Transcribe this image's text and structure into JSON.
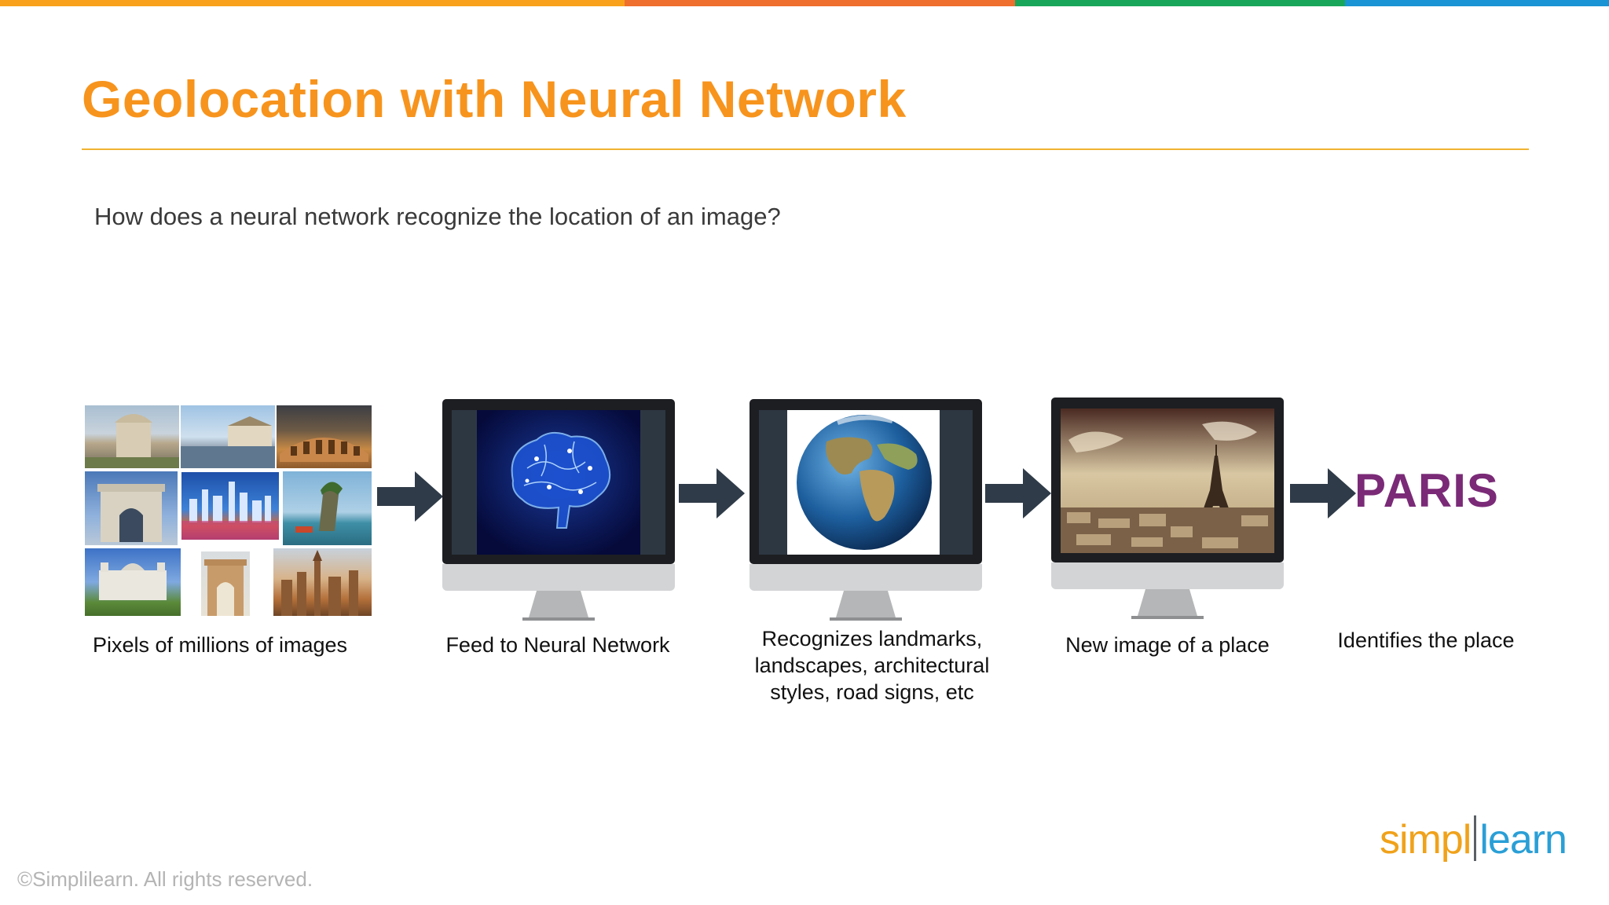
{
  "slide": {
    "title": "Geolocation with Neural Network",
    "question": "How does a neural network recognize the location of an image?",
    "steps": [
      {
        "caption": "Pixels of millions of images"
      },
      {
        "caption": "Feed to Neural Network"
      },
      {
        "caption_lines": [
          "Recognizes landmarks,",
          "landscapes, architectural",
          "styles, road signs, etc"
        ]
      },
      {
        "caption": "New image of a place"
      },
      {
        "caption": "Identifies the place"
      }
    ],
    "result_word": "PARIS"
  },
  "footer": {
    "copyright": "©Simplilearn. All rights reserved.",
    "logo": {
      "part1": "simpl",
      "part2": "learn"
    }
  },
  "colors": {
    "title": "#f7941d",
    "rule": "#f0b431",
    "arrow": "#2f3b48",
    "top_bar": [
      "#f9a11b",
      "#ef6f2e",
      "#1aa65a",
      "#1a94d4"
    ]
  },
  "icons": [
    "brain-icon",
    "globe-icon",
    "eiffel-tower-icon",
    "arrow-right-icon"
  ]
}
